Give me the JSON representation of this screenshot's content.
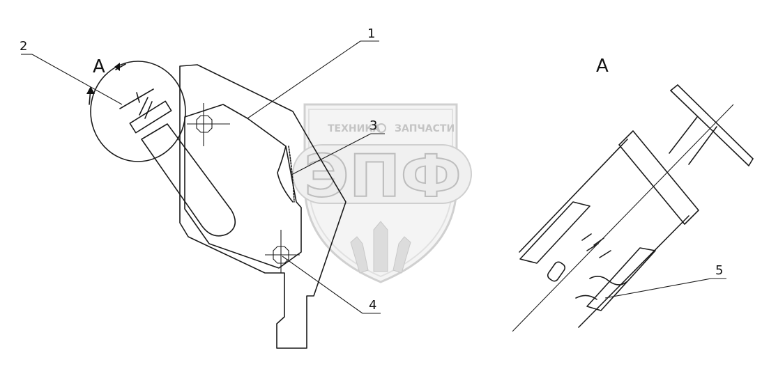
{
  "watermark": {
    "brand_top_left": "ТЕХНИКА",
    "brand_top_right": "ЗАПЧАСТИ",
    "brand_main": "ЭПФ"
  },
  "views": {
    "main_view_label": "A",
    "detail_view_label": "A"
  },
  "callouts": [
    "1",
    "2",
    "3",
    "4",
    "5"
  ]
}
